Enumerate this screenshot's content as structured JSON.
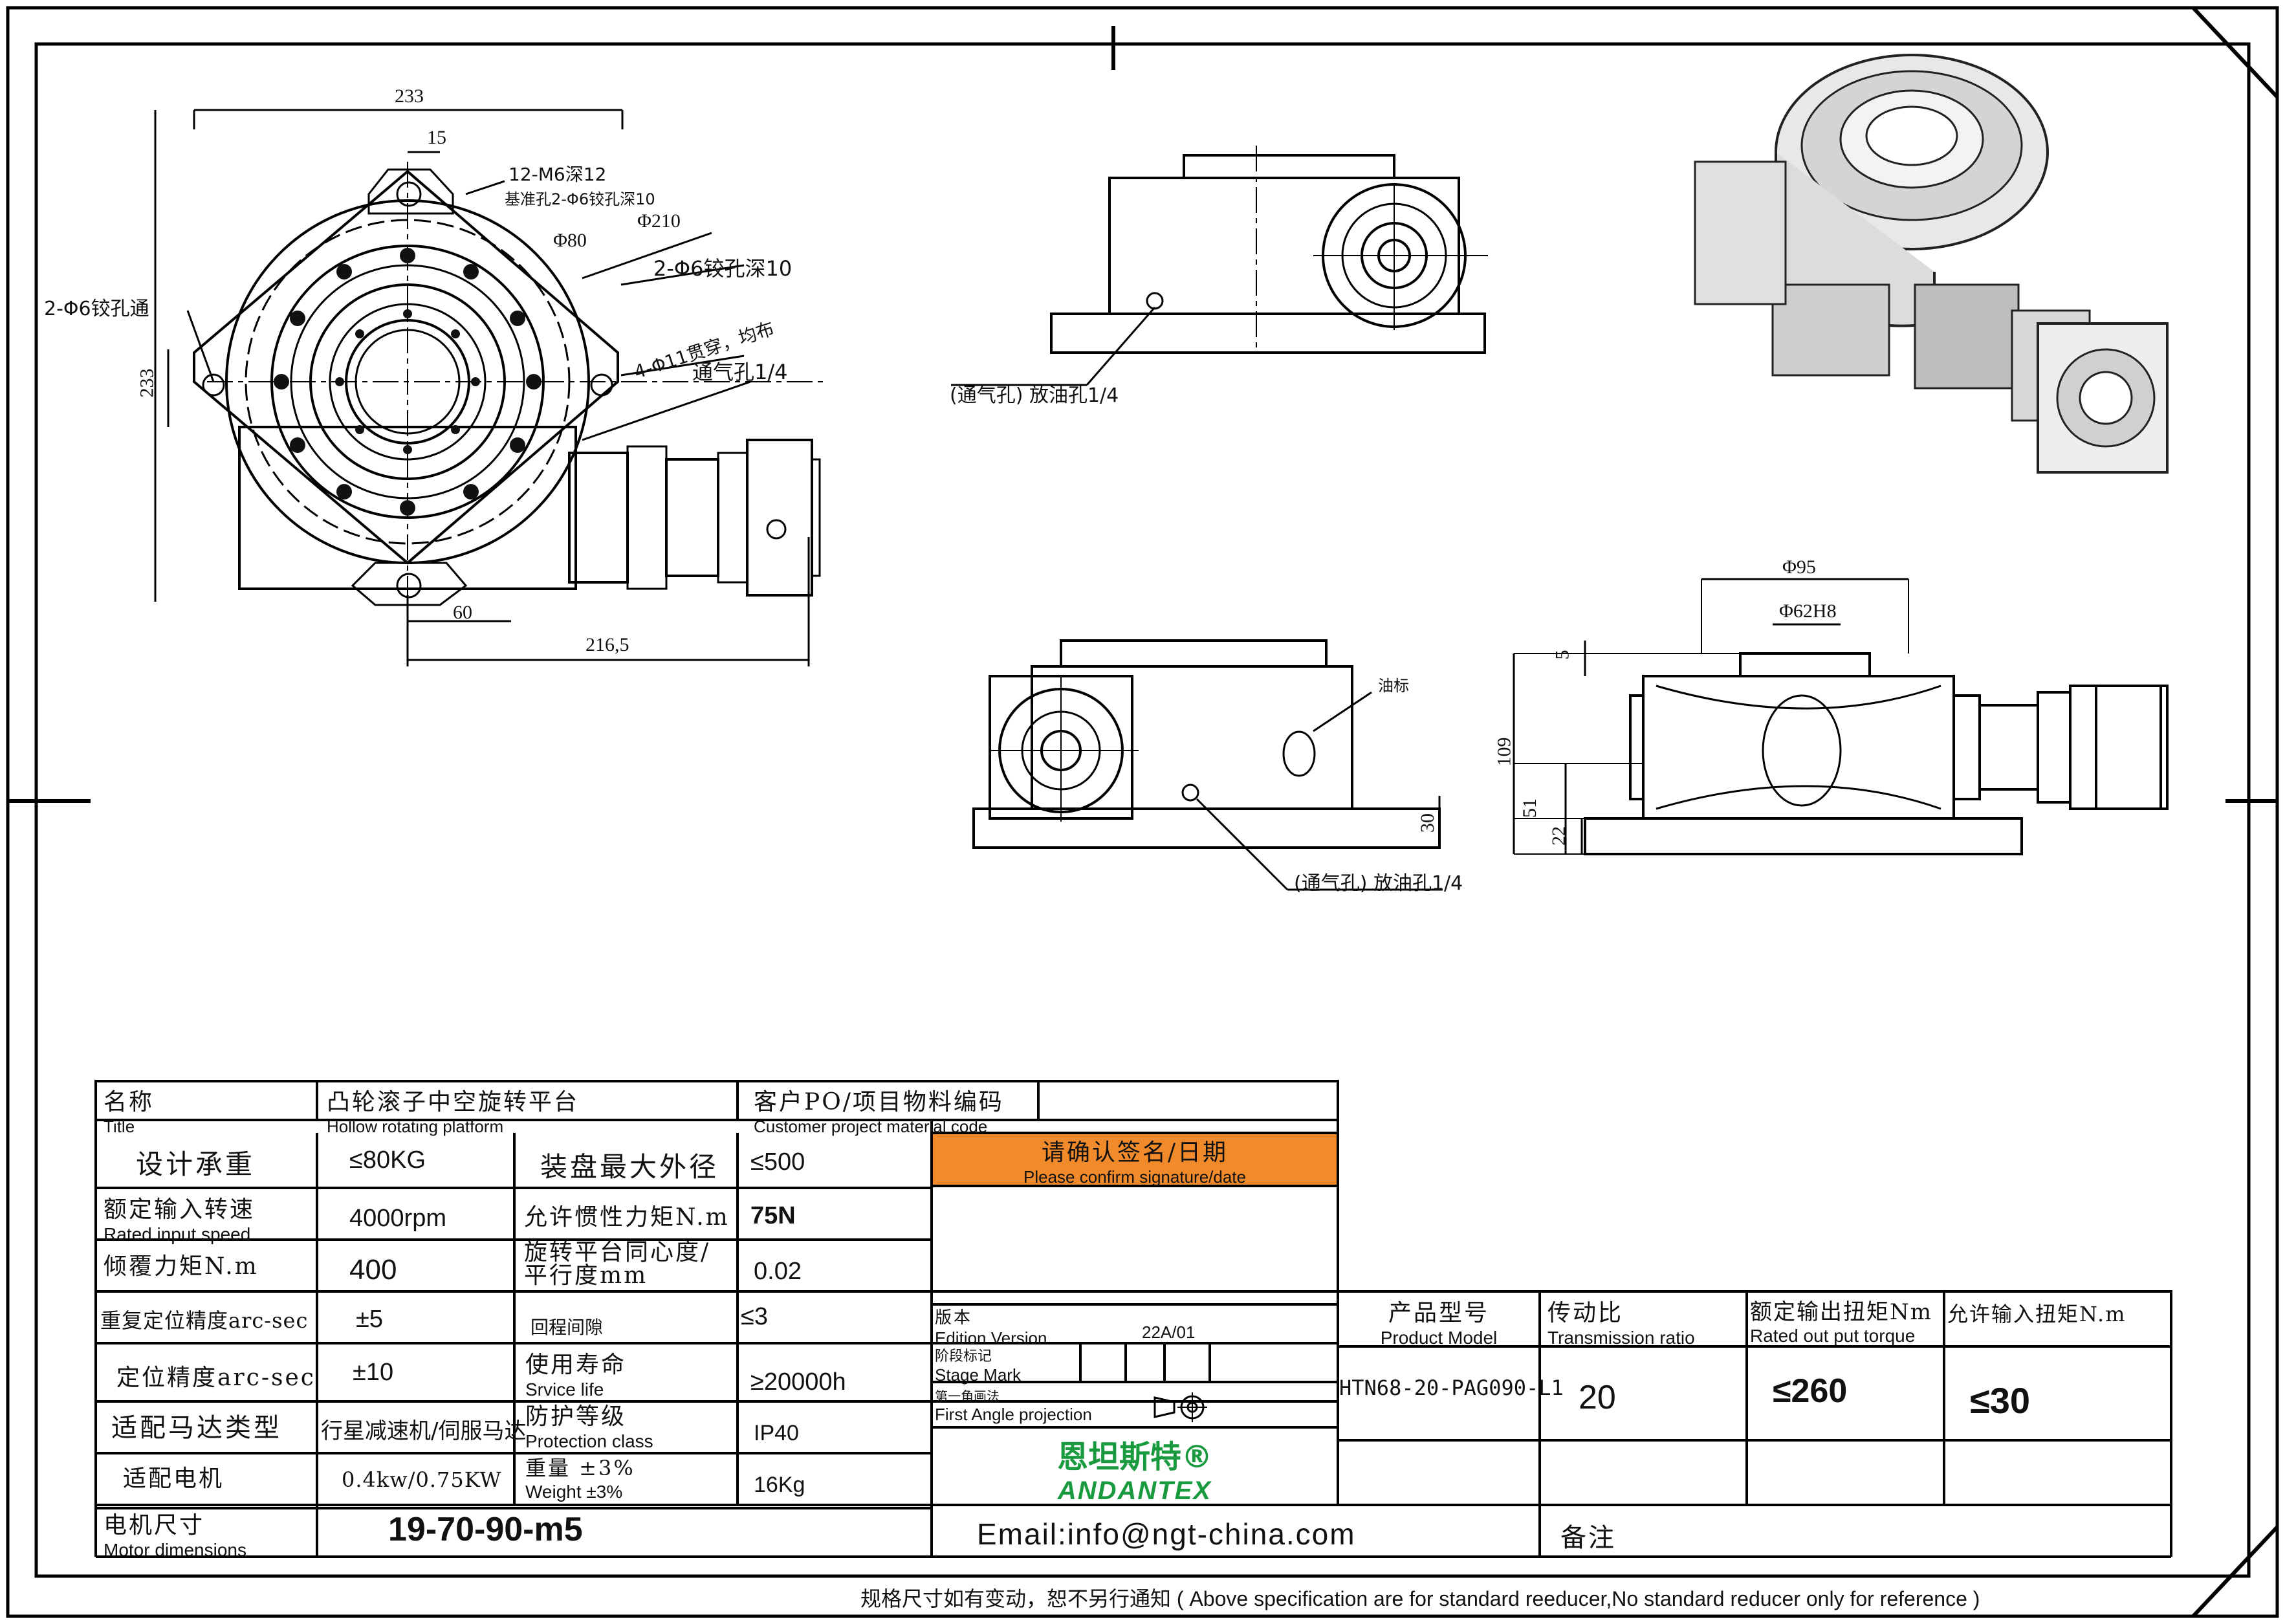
{
  "drawing": {
    "dims": {
      "top_width": "233",
      "top_15": "15",
      "m6": "12-M6深12",
      "ref_holes": "基准孔2-Φ6铰孔深10",
      "d80": "Φ80",
      "d210": "Φ210",
      "pin_holes": "2-Φ6铰孔深10",
      "left_holes": "2-Φ6铰孔通",
      "side_233": "233",
      "through_holes": "4-Φ11贯穿，均布",
      "air1": "通气孔1/4",
      "d60": "60",
      "d216": "216,5",
      "air2": "(通气孔) 放油孔1/4",
      "oil_label": "油标",
      "air3": "(通气孔) 放油孔1/4",
      "d30": "30",
      "d95": "Φ95",
      "d62": "Φ62H8",
      "d5": "5",
      "d109": "109",
      "d51": "51",
      "d22": "22"
    }
  },
  "table": {
    "name_zh": "名称",
    "name_en": "Title",
    "title_zh": "凸轮滚子中空旋转平台",
    "title_en": "Hollow rotating platform",
    "po_zh": "客户PO/项目物料编码",
    "po_en": "Customer project material code",
    "load_label": "设计承重",
    "load_value": "≤80KG",
    "disk_label": "装盘最大外径",
    "disk_value": "≤500",
    "confirm_zh": "请确认签名/日期",
    "confirm_en": "Please confirm signature/date",
    "speed_zh": "额定输入转速",
    "speed_en": "Rated input speed",
    "speed_value": "4000rpm",
    "inertia_label": "允许惯性力矩N.m",
    "inertia_value": "75N",
    "tilt_label": "倾覆力矩N.m",
    "tilt_value": "400",
    "conc_label": "旋转平台同心度/平行度mm",
    "conc_value": "0.02",
    "repeat_label": "重复定位精度arc-sec",
    "repeat_value": "±5",
    "backlash_label": "回程间隙",
    "backlash_value": "≤3",
    "edition_zh": "版本",
    "edition_en": "Edition Version",
    "edition_value": "22A/01",
    "pos_label": "定位精度arc-sec",
    "pos_value": "±10",
    "life_zh": "使用寿命",
    "life_en": "Srvice life",
    "life_value": "≥20000h",
    "stage_zh": "阶段标记",
    "stage_en": "Stage Mark",
    "motor_type_label": "适配马达类型",
    "motor_type_value": "行星减速机/伺服马达",
    "protect_zh": "防护等级",
    "protect_en": "Protection class",
    "protect_value": "IP40",
    "proj_zh": "第一角画法",
    "proj_en": "First Angle projection",
    "motor_label": "适配电机",
    "motor_value": "0.4kw/0.75KW",
    "weight_zh": "重量 ±3%",
    "weight_en": "Weight ±3%",
    "weight_value": "16Kg",
    "logo_zh": "恩坦斯特®",
    "logo_en": "ANDANTEX",
    "motor_dim_zh": "电机尺寸",
    "motor_dim_en": "Motor dimensions",
    "motor_dim_value": "19-70-90-m5",
    "email": "Email:info@ngt-china.com",
    "model_zh": "产品型号",
    "model_en": "Product Model",
    "ratio_zh": "传动比",
    "ratio_en": "Transmission ratio",
    "torque_zh": "额定输出扭矩Nm",
    "torque_en": "Rated out put torque",
    "in_torque_zh": "允许输入扭矩N.m",
    "model_value": "HTN68-20-PAG090-L1",
    "ratio_value": "20",
    "torque_value": "≤260",
    "in_torque_value": "≤30",
    "remark": "备注"
  },
  "footer": "规格尺寸如有变动，恕不另行通知 ( Above specification are for standard reeducer,No standard reducer only for reference )"
}
